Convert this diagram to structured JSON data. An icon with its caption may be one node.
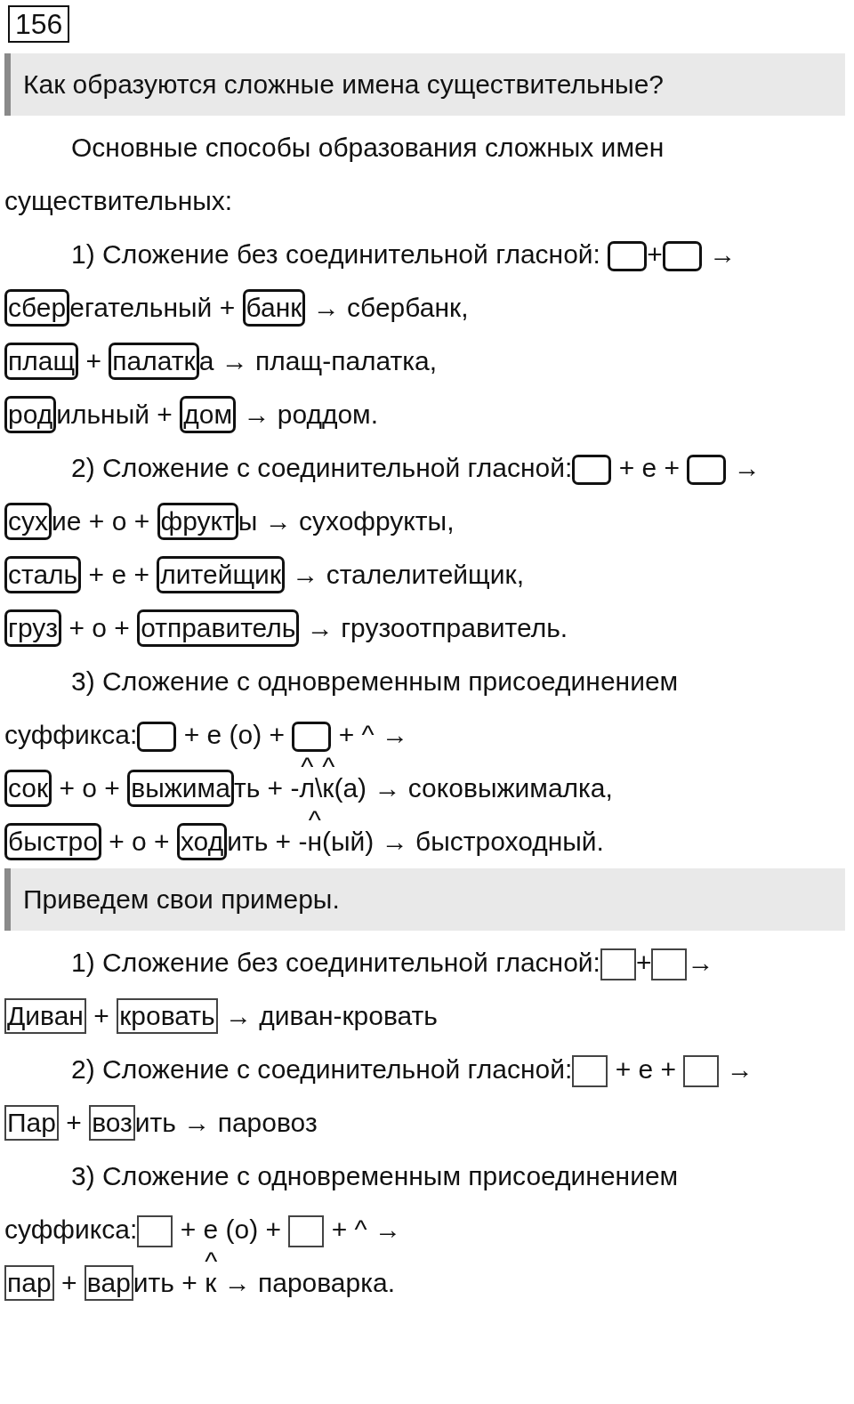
{
  "diagram": {
    "nodes": [
      {
        "text": [
          "156"
        ]
      },
      {
        "text": [
          "Как образуются сложные имена существительные?"
        ]
      },
      {
        "text": [],
        "shape": "box"
      },
      {
        "text": [],
        "shape": "box"
      },
      {
        "text": [
          "сбер"
        ]
      },
      {
        "text": [
          "банк"
        ]
      },
      {
        "text": [
          "плащ"
        ]
      },
      {
        "text": [
          "палатк"
        ]
      },
      {
        "text": [
          "род"
        ]
      },
      {
        "text": [
          "дом"
        ]
      },
      {
        "text": [],
        "shape": "box"
      },
      {
        "text": [],
        "shape": "box"
      },
      {
        "text": [
          "сух"
        ]
      },
      {
        "text": [
          "фрукт"
        ]
      },
      {
        "text": [
          "сталь"
        ]
      },
      {
        "text": [
          "литейщик"
        ]
      },
      {
        "text": [
          "груз"
        ]
      },
      {
        "text": [
          "отправитель"
        ]
      },
      {
        "text": [],
        "shape": "box"
      },
      {
        "text": [],
        "shape": "box"
      },
      {
        "text": [
          "сок"
        ]
      },
      {
        "text": [
          "выжима"
        ]
      },
      {
        "text": [
          "быстро"
        ]
      },
      {
        "text": [
          "ход"
        ]
      },
      {
        "text": [
          "Приведем свои примеры."
        ]
      },
      {
        "text": [],
        "shape": "box"
      },
      {
        "text": [],
        "shape": "box"
      },
      {
        "text": [
          "Диван"
        ]
      },
      {
        "text": [
          "кровать"
        ]
      },
      {
        "text": [],
        "shape": "box"
      },
      {
        "text": [],
        "shape": "box"
      },
      {
        "text": [
          "Пар"
        ]
      },
      {
        "text": [
          "воз"
        ]
      },
      {
        "text": [],
        "shape": "box"
      },
      {
        "text": [],
        "shape": "box"
      },
      {
        "text": [
          "пар"
        ]
      },
      {
        "text": [
          "вар"
        ]
      }
    ],
    "labels": [
      "Основные способы образования сложных имен существительных:",
      "1) Сложение без соединительной гласной:",
      "+",
      "→",
      "егательный +",
      "→ сбербанк,",
      "+",
      "а → плащ-палатка,",
      "ильный +",
      "→ роддом.",
      "2) Сложение с соединительной гласной:",
      "+ е +",
      "→",
      "ие + о +",
      "ы → сухофрукты,",
      "+ е +",
      "→ сталелитейщик,",
      "+ о +",
      "→ грузоотправитель.",
      "3) Сложение с одновременным присоединением суффикса:",
      "+ е (о) +",
      "+",
      "^",
      "→",
      "+ о +",
      "ть + -",
      "^",
      "л",
      "\\",
      "^",
      "к",
      "(а) → соковыжималка,",
      "+ о +",
      "ить + -",
      "^",
      "н",
      "(ый) → быстроходный.",
      "1) Сложение без соединительной гласной:",
      "+",
      "→",
      "+",
      "→ диван-кровать",
      "2) Сложение с соединительной гласной:",
      "+ е +",
      "→",
      "+",
      "ить → паровоз",
      "3) Сложение с одновременным присоединением суффикса:",
      "+ е (о) +",
      "+",
      "^",
      "→",
      "+",
      "ить +",
      "^",
      "к",
      "→ пароварка."
    ]
  }
}
